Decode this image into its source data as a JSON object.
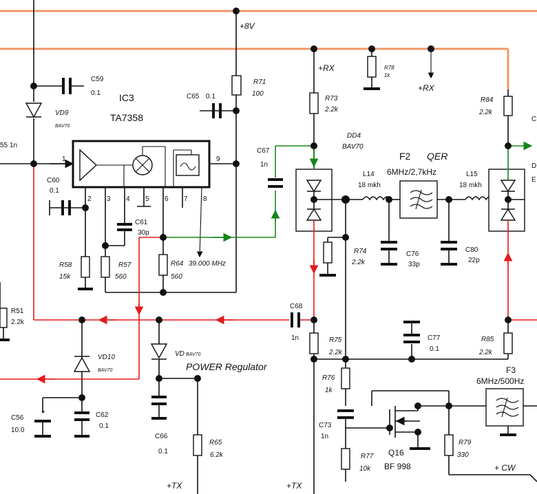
{
  "rails": {
    "plus8v": "+8V",
    "plus_rx_1": "+RX",
    "plus_rx_2": "+RX",
    "plus_tx_1": "+TX",
    "plus_tx_2": "+TX",
    "plus_cw": "+ CW"
  },
  "ic3": {
    "name": "IC3",
    "part": "TA7358",
    "pins": [
      "1",
      "2",
      "3",
      "4",
      "5",
      "6",
      "7",
      "8",
      "9"
    ],
    "freq_note": "39.000 MHz"
  },
  "dd4": {
    "name": "DD4",
    "part": "BAV70"
  },
  "f2": {
    "name": "F2",
    "type": "QER",
    "spec": "6MHz/2,7kHz"
  },
  "f3": {
    "name": "F3",
    "spec": "6MHz/500Hz"
  },
  "q16": {
    "name": "Q16",
    "part": "BF 998"
  },
  "power_note": "POWER Regulator",
  "parts": {
    "C59": {
      "ref": "C59",
      "val": "0.1"
    },
    "C65": {
      "ref": "C65",
      "val": "0.1"
    },
    "R71": {
      "ref": "R71",
      "val": "100"
    },
    "VD9": {
      "ref": "VD9",
      "val": "BAV70"
    },
    "C55": {
      "ref": "55",
      "val": "1n"
    },
    "C60": {
      "ref": "C60",
      "val": "0.1"
    },
    "C61": {
      "ref": "C61",
      "val": "30p"
    },
    "R58": {
      "ref": "R58",
      "val": "15k"
    },
    "R57": {
      "ref": "R57",
      "val": "560"
    },
    "R64": {
      "ref": "R64",
      "val": "560"
    },
    "R51": {
      "ref": "R51",
      "val": "2.2k"
    },
    "C67": {
      "ref": "C67",
      "val": "1n"
    },
    "R73": {
      "ref": "R73",
      "val": "2.2k"
    },
    "R78": {
      "ref": "R78",
      "val": "1k"
    },
    "L14": {
      "ref": "L14",
      "val": "18 mkh"
    },
    "L15": {
      "ref": "L15",
      "val": "18 mkh"
    },
    "R74": {
      "ref": "R74",
      "val": "2.2k"
    },
    "C76": {
      "ref": "C76",
      "val": "33p"
    },
    "C80": {
      "ref": "C80",
      "val": "22p"
    },
    "R84": {
      "ref": "R84",
      "val": "2.2k"
    },
    "C68": {
      "ref": "C68",
      "val": "1n"
    },
    "R75": {
      "ref": "R75",
      "val": "2.2k"
    },
    "C77": {
      "ref": "C77",
      "val": "0.1"
    },
    "R85": {
      "ref": "R85",
      "val": "2.2k"
    },
    "VD10": {
      "ref": "VD10",
      "val": "BAV70"
    },
    "VD": {
      "ref": "VD",
      "val": "BAV70"
    },
    "C56": {
      "ref": "C56",
      "val": "10.0"
    },
    "C62": {
      "ref": "C62",
      "val": "0.1"
    },
    "C66": {
      "ref": "C66",
      "val": "0.1"
    },
    "R65": {
      "ref": "R65",
      "val": "6.2k"
    },
    "R76": {
      "ref": "R76",
      "val": "1k"
    },
    "C73": {
      "ref": "C73",
      "val": "1n"
    },
    "R77": {
      "ref": "R77",
      "val": "10k"
    },
    "R79": {
      "ref": "R79",
      "val": "330"
    }
  },
  "edge_labels": {
    "right_top": "C",
    "right_dd": "D",
    "right_e": "E"
  },
  "colors": {
    "supply": "#f0986a",
    "tx_path": "#e31b1b",
    "rx_path": "#17861a",
    "wire": "#111111"
  }
}
